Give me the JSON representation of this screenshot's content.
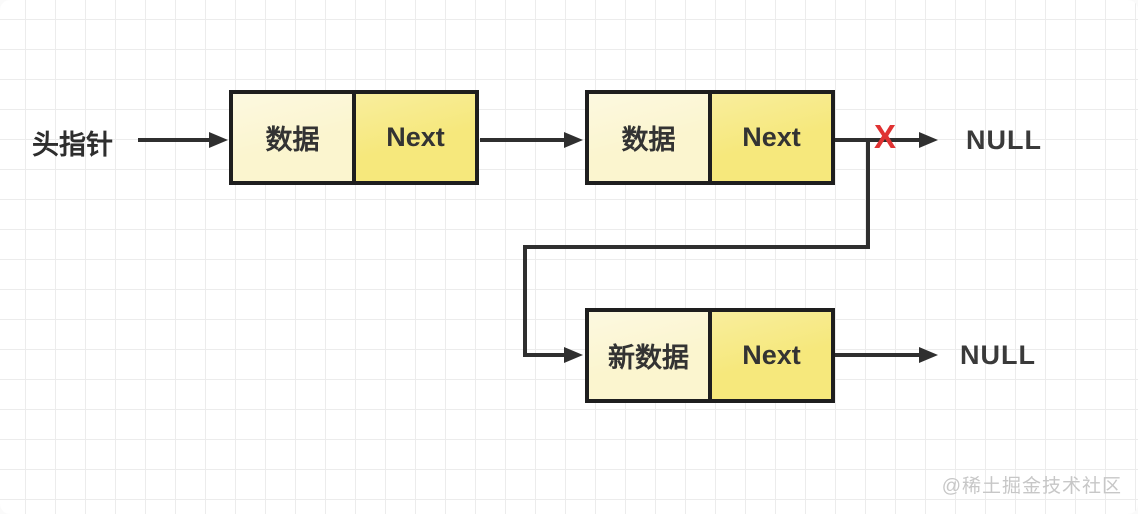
{
  "diagram": {
    "title_hint": "singly linked list insertion",
    "head_pointer_label": "头指针",
    "nodes": [
      {
        "data_label": "数据",
        "next_label": "Next"
      },
      {
        "data_label": "数据",
        "next_label": "Next"
      },
      {
        "data_label": "新数据",
        "next_label": "Next"
      }
    ],
    "null_label_top": "NULL",
    "null_label_bottom": "NULL",
    "cross_mark": "X",
    "colors": {
      "data_cell": "#FBF5CF",
      "next_cell": "#F6E87C",
      "node_border": "#1e1e1e",
      "line": "#2f2f2f",
      "cross": "#E03232",
      "grid_line": "#ececec"
    }
  },
  "watermark": {
    "text": "@稀土掘金技术社区"
  }
}
